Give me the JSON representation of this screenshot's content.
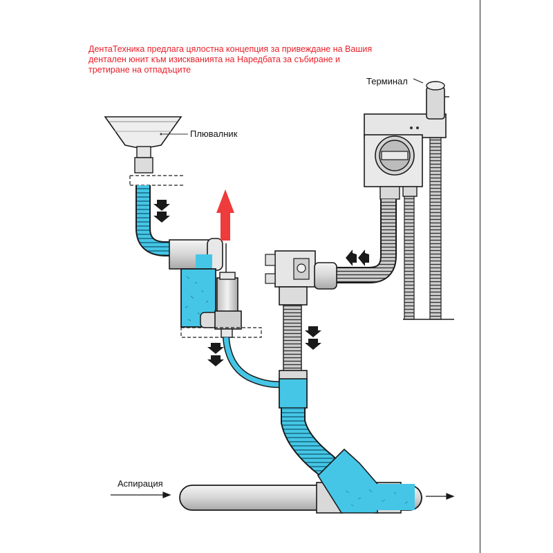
{
  "intro_text": "ДентаТехника предлага цялостна концепция за привеждане на Вашия дентален юнит към изискванията на Наредбата за събиране и третиране на отпадъците",
  "labels": {
    "spittoon": "Плювалник",
    "terminal": "Терминал",
    "aspiration": "Аспирация"
  },
  "colors": {
    "text_red": "#e8202a",
    "water": "#45c6e6",
    "outline": "#1a1a1a",
    "device_gray": "#d8d8d8",
    "arrow_up": "#ee3b3b"
  }
}
